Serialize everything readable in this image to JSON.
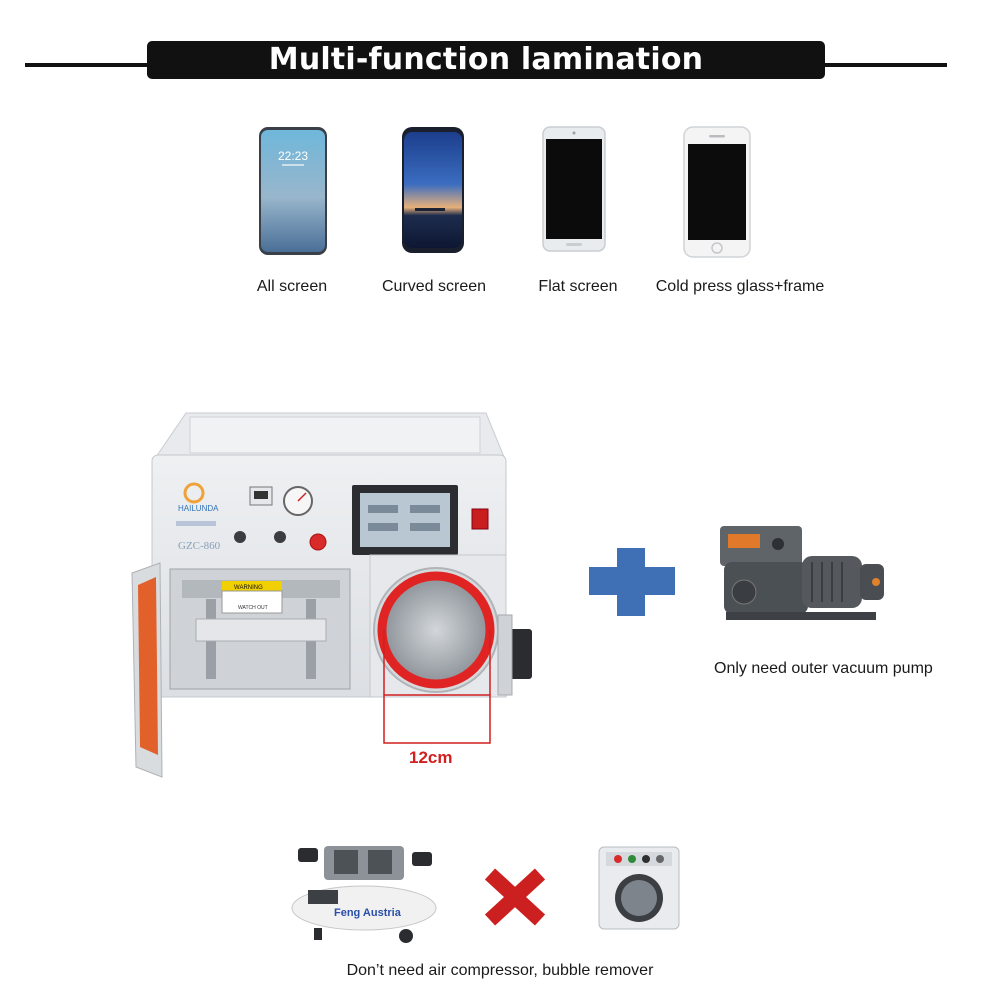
{
  "header": {
    "title": "Multi-function lamination"
  },
  "screen_types": [
    {
      "label": "All screen",
      "clock": "22:23"
    },
    {
      "label": "Curved screen"
    },
    {
      "label": "Flat screen"
    },
    {
      "label": "Cold press glass+frame"
    }
  ],
  "machine": {
    "brand": "HAILUNDA",
    "model": "GZC-860",
    "warning_label": "WARNING",
    "warning_sub": "WATCH OUT",
    "chamber_size_label": "12cm"
  },
  "pump": {
    "caption": "Only need outer vacuum pump"
  },
  "compressor": {
    "brand": "Feng Austria"
  },
  "bottom": {
    "caption": "Don’t need air compressor, bubble remover"
  },
  "colors": {
    "plus": "#3f6fb5",
    "cross": "#cc1f1f",
    "highlight": "#d21f1f"
  }
}
